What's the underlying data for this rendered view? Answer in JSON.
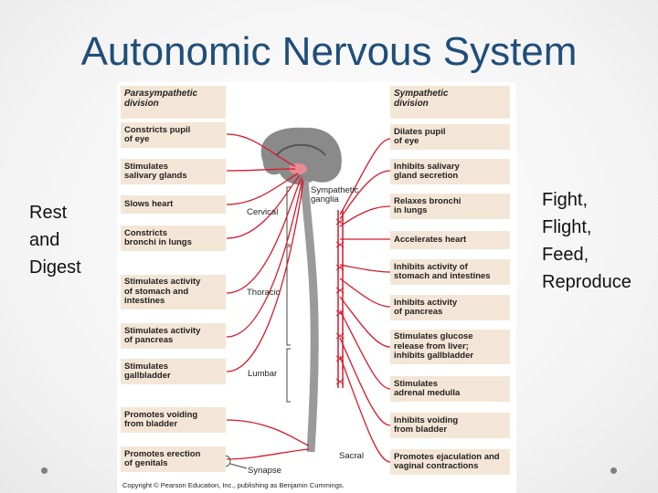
{
  "title": "Autonomic Nervous System",
  "left_text": [
    "Rest",
    "and",
    "Digest"
  ],
  "right_text": [
    "Fight,",
    "Flight,",
    "Feed,",
    "Reproduce"
  ],
  "diagram": {
    "parasympathetic_header": [
      "Parasympathetic",
      "division"
    ],
    "sympathetic_header": [
      "Sympathetic",
      "division"
    ],
    "parasympathetic_effects": [
      [
        "Constricts pupil",
        "of eye"
      ],
      [
        "Stimulates",
        "salivary glands"
      ],
      [
        "Slows heart"
      ],
      [
        "Constricts",
        "bronchi in lungs"
      ],
      [
        "Stimulates activity",
        "of stomach and",
        "intestines"
      ],
      [
        "Stimulates activity",
        "of pancreas"
      ],
      [
        "Stimulates",
        "gallbladder"
      ],
      [
        "Promotes voiding",
        "from bladder"
      ],
      [
        "Promotes erection",
        "of genitals"
      ]
    ],
    "sympathetic_effects": [
      [
        "Dilates pupil",
        "of eye"
      ],
      [
        "Inhibits salivary",
        "gland secretion"
      ],
      [
        "Relaxes bronchi",
        "in lungs"
      ],
      [
        "Accelerates heart"
      ],
      [
        "Inhibits activity of",
        "stomach and intestines"
      ],
      [
        "Inhibits activity",
        "of pancreas"
      ],
      [
        "Stimulates glucose",
        "release from liver;",
        "inhibits gallbladder"
      ],
      [
        "Stimulates",
        "adrenal medulla"
      ],
      [
        "Inhibits voiding",
        "from bladder"
      ],
      [
        "Promotes ejaculation and",
        "vaginal contractions"
      ]
    ],
    "labels": {
      "sympathetic_ganglia": [
        "Sympathetic",
        "ganglia"
      ],
      "cervical": "Cervical",
      "thoracic": "Thoracic",
      "lumbar": "Lumbar",
      "sacral": "Sacral",
      "synapse": "Synapse"
    },
    "copyright": "Copyright © Pearson Education, Inc., publishing as Benjamin Cummings.",
    "colors": {
      "nerve": "#d7192a",
      "box": "#f4e6d6",
      "title": "#1f4e79"
    }
  }
}
